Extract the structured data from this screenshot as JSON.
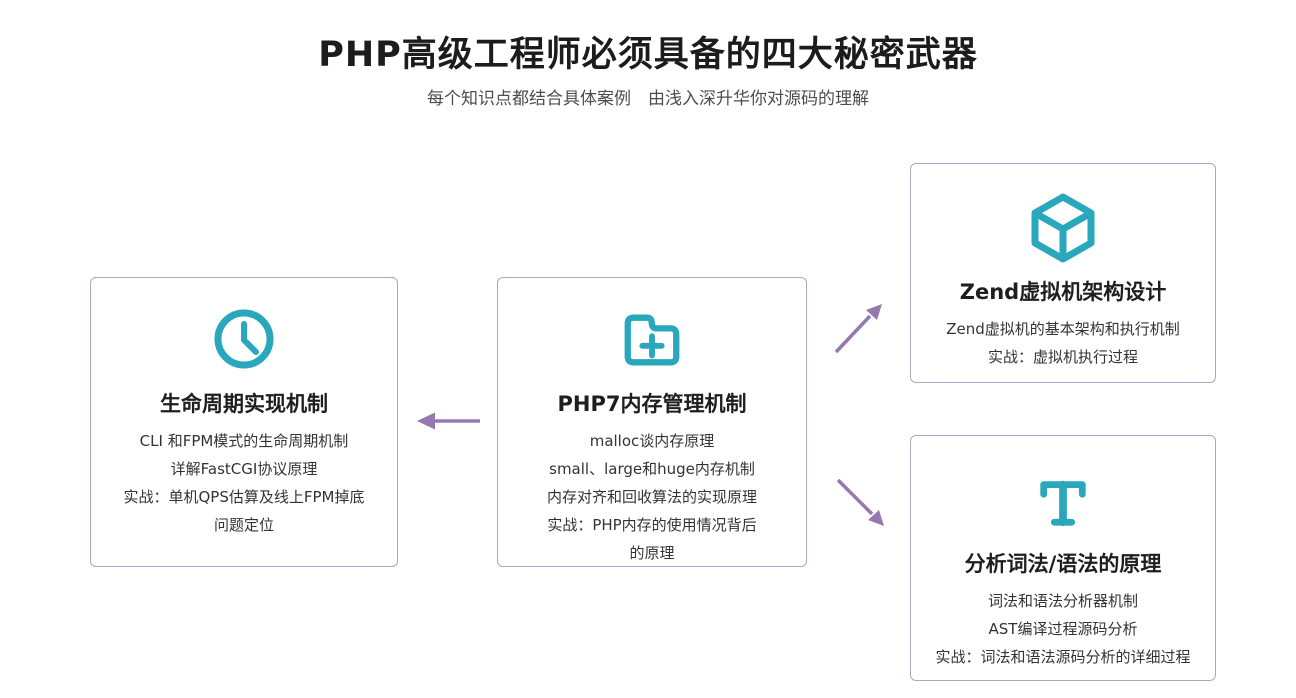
{
  "page": {
    "title": "PHP高级工程师必须具备的四大秘密武器",
    "subtitle": "每个知识点都结合具体案例　由浅入深升华你对源码的理解"
  },
  "colors": {
    "icon_teal": "#29a7bc",
    "arrow_purple": "#9678b0",
    "card_border": "#b5a3c7",
    "title_text": "#1c1c1c",
    "body_text": "#333333"
  },
  "cards": [
    {
      "id": "lifecycle",
      "icon": "clock-icon",
      "title": "生命周期实现机制",
      "lines": [
        "CLI 和FPM模式的生命周期机制",
        "详解FastCGI协议原理",
        "实战：单机QPS估算及线上FPM掉底",
        "问题定位"
      ]
    },
    {
      "id": "memory",
      "icon": "folder-plus-icon",
      "title": "PHP7内存管理机制",
      "lines": [
        "malloc谈内存原理",
        "small、large和huge内存机制",
        "内存对齐和回收算法的实现原理",
        "实战：PHP内存的使用情况背后",
        "的原理"
      ]
    },
    {
      "id": "zend-vm",
      "icon": "cube-icon",
      "title": "Zend虚拟机架构设计",
      "lines": [
        "Zend虚拟机的基本架构和执行机制",
        "实战：虚拟机执行过程"
      ]
    },
    {
      "id": "parser",
      "icon": "text-tool-icon",
      "title": "分析词法/语法的原理",
      "lines": [
        "词法和语法分析器机制",
        "AST编译过程源码分析",
        "实战：词法和语法源码分析的详细过程"
      ]
    }
  ],
  "arrows": [
    {
      "id": "arrow-to-lifecycle",
      "direction": "left"
    },
    {
      "id": "arrow-to-zend",
      "direction": "up-right"
    },
    {
      "id": "arrow-to-parser",
      "direction": "down-right"
    }
  ]
}
